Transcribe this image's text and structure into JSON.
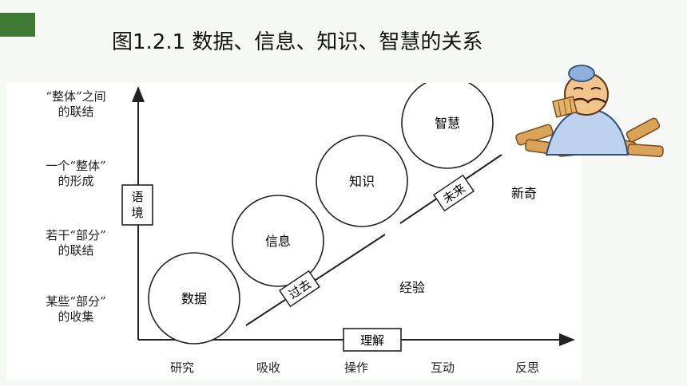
{
  "slide": {
    "title": "图1.2.1 数据、信息、知识、智慧的关系",
    "accent_color": "#3f7a34"
  },
  "diagram": {
    "y_axis_labels": [
      {
        "line1": "“整体”之间",
        "line2": "的联结"
      },
      {
        "line1": "一个“整体”",
        "line2": "的形成"
      },
      {
        "line1": "若干“部分”",
        "line2": "的联结"
      },
      {
        "line1": "某些“部分”",
        "line2": "的收集"
      }
    ],
    "y_axis_box": {
      "line1": "语",
      "line2": "境"
    },
    "x_axis_box": "理解",
    "x_axis_labels": [
      "研究",
      "吸收",
      "操作",
      "互动",
      "反思"
    ],
    "stages": [
      "数据",
      "信息",
      "知识",
      "智慧"
    ],
    "diagonal_tag_lower": "过去",
    "diagonal_tag_upper": "未来",
    "label_experience": "经验",
    "label_novelty": "新奇"
  },
  "illustration": {
    "icon": "scholar-with-bamboo-scrolls-icon"
  }
}
